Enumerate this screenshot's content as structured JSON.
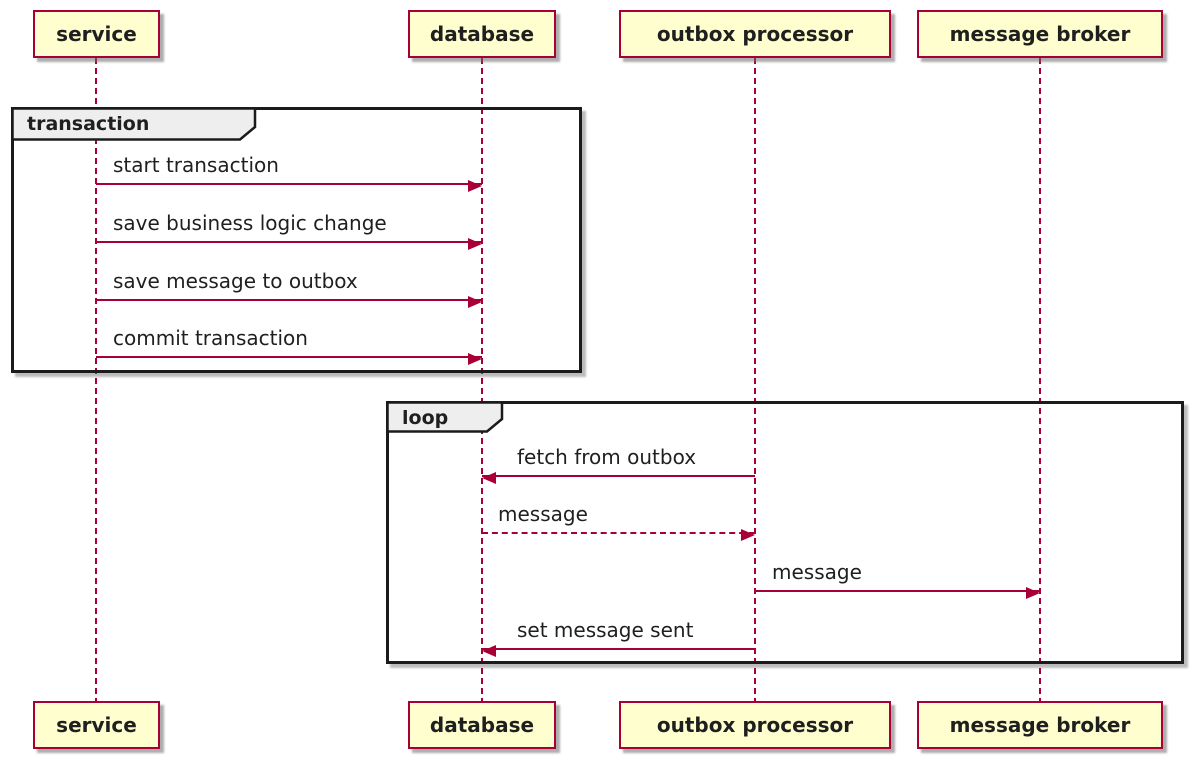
{
  "colors": {
    "canvas_bg": "#FFFFFF",
    "participant_fill": "#FEFECE",
    "participant_border": "#A80036",
    "lifeline_color": "#A80036",
    "arrow_color": "#A80036",
    "fragment_border": "#1B1B1B",
    "fragment_header_fill": "#EEEEEE",
    "text_color": "#1F1F1F"
  },
  "participants": [
    {
      "name": "service"
    },
    {
      "name": "database"
    },
    {
      "name": "outbox processor"
    },
    {
      "name": "message broker"
    }
  ],
  "fragments": {
    "transaction": {
      "label": "transaction"
    },
    "loop": {
      "label": "loop"
    }
  },
  "messages": {
    "transaction": [
      {
        "label": "start transaction",
        "from": "service",
        "to": "database",
        "line": "solid"
      },
      {
        "label": "save business logic change",
        "from": "service",
        "to": "database",
        "line": "solid"
      },
      {
        "label": "save message to outbox",
        "from": "service",
        "to": "database",
        "line": "solid"
      },
      {
        "label": "commit transaction",
        "from": "service",
        "to": "database",
        "line": "solid"
      }
    ],
    "loop": [
      {
        "label": "fetch from outbox",
        "from": "outbox processor",
        "to": "database",
        "line": "solid"
      },
      {
        "label": "message",
        "from": "database",
        "to": "outbox processor",
        "line": "dashed"
      },
      {
        "label": "message",
        "from": "outbox processor",
        "to": "message broker",
        "line": "solid"
      },
      {
        "label": "set message sent",
        "from": "outbox processor",
        "to": "database",
        "line": "solid"
      }
    ]
  }
}
